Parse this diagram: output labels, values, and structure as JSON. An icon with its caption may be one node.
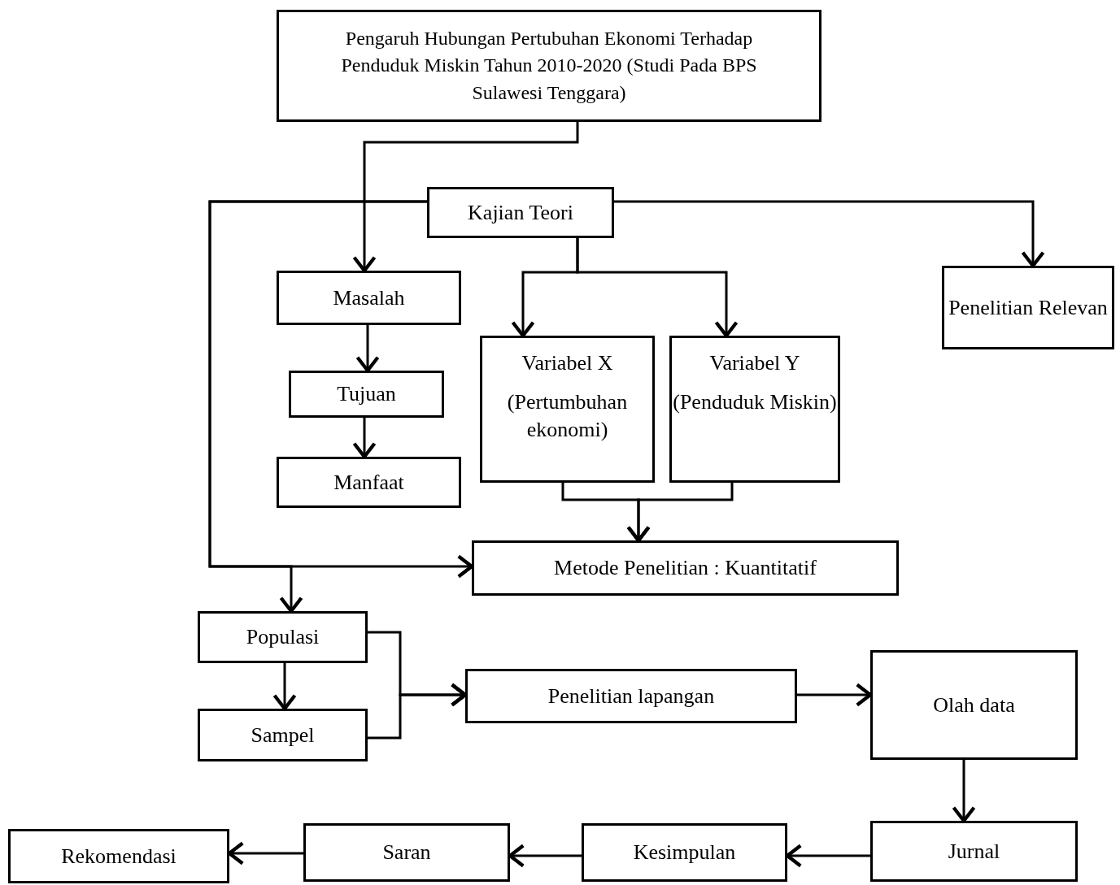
{
  "diagram": {
    "nodes": [
      {
        "text": [
          "Pengaruh Hubungan  Pertubuhan  Ekonomi Terhadap Penduduk Miskin Tahun 2010-2020 (Studi Pada BPS Sulawesi Tenggara)"
        ]
      },
      {
        "text": [
          "Kajian Teori"
        ]
      },
      {
        "text": [
          "Masalah"
        ]
      },
      {
        "text": [
          "Tujuan"
        ]
      },
      {
        "text": [
          "Manfaat"
        ]
      },
      {
        "text": [
          "Variabel X",
          "(Pertumbuhan ekonomi)"
        ]
      },
      {
        "text": [
          "Variabel Y",
          "(Penduduk Miskin)"
        ]
      },
      {
        "text": [
          "Penelitian Relevan"
        ]
      },
      {
        "text": [
          "Metode Penelitian : Kuantitatif"
        ]
      },
      {
        "text": [
          "Populasi"
        ]
      },
      {
        "text": [
          "Sampel"
        ]
      },
      {
        "text": [
          "Penelitian lapangan"
        ]
      },
      {
        "text": [
          "Olah data"
        ]
      },
      {
        "text": [
          "Jurnal"
        ]
      },
      {
        "text": [
          "Kesimpulan"
        ]
      },
      {
        "text": [
          "Saran"
        ]
      },
      {
        "text": [
          "Rekomendasi"
        ]
      }
    ],
    "edges": [
      {
        "from": 0,
        "to": 2,
        "arrow": "to"
      },
      {
        "from": 1,
        "to": 7,
        "arrow": "to"
      },
      {
        "from": 1,
        "to": 5,
        "arrow": "to"
      },
      {
        "from": 1,
        "to": 6,
        "arrow": "to"
      },
      {
        "from": 1,
        "to": 8,
        "arrow": "to"
      },
      {
        "from": 1,
        "to": 9,
        "arrow": "to"
      },
      {
        "from": 2,
        "to": 3,
        "arrow": "to"
      },
      {
        "from": 3,
        "to": 4,
        "arrow": "to"
      },
      {
        "from": 5,
        "to": 8,
        "arrow": "to"
      },
      {
        "from": 6,
        "to": 8,
        "arrow": "to"
      },
      {
        "from": 9,
        "to": 10,
        "arrow": "to"
      },
      {
        "from": 9,
        "to": 11,
        "arrow": "to"
      },
      {
        "from": 10,
        "to": 11,
        "arrow": "to"
      },
      {
        "from": 11,
        "to": 12,
        "arrow": "to"
      },
      {
        "from": 12,
        "to": 13,
        "arrow": "to"
      },
      {
        "from": 13,
        "to": 14,
        "arrow": "to"
      },
      {
        "from": 14,
        "to": 15,
        "arrow": "to"
      },
      {
        "from": 15,
        "to": 16,
        "arrow": "to"
      }
    ]
  }
}
